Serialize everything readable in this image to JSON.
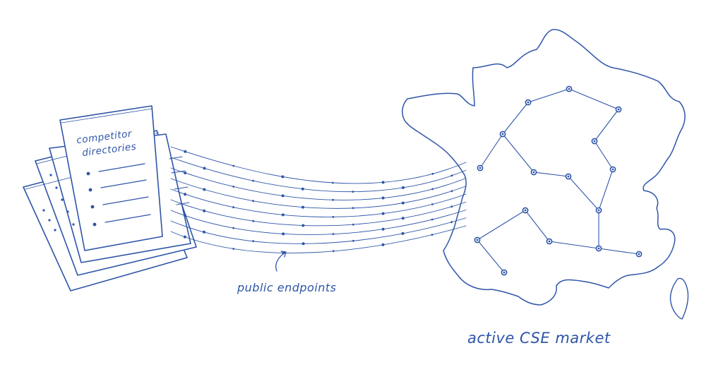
{
  "colors": {
    "ink": "#2e55a8",
    "paper": "#ffffff"
  },
  "labels": {
    "documents": [
      "competitor",
      "directories"
    ],
    "stream": "public endpoints",
    "market": "active CSE market"
  },
  "icons": {
    "documents": "document-stack-icon",
    "map": "france-map-icon",
    "arrow": "curved-arrow-icon"
  }
}
